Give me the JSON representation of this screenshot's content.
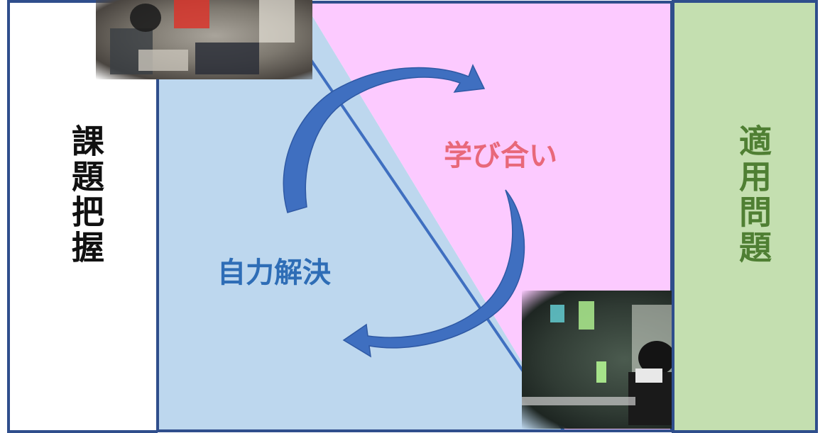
{
  "diagram": {
    "phases": {
      "left": "課題把握",
      "self": "自力解決",
      "together": "学び合い",
      "right": "適用問題"
    },
    "colors": {
      "left_bg": "#ffffff",
      "self_bg": "#bdd7ee",
      "together_bg": "#fccaff",
      "right_bg": "#c4dfb0",
      "border": "#2f4e8c",
      "arrow": "#3f6fc0"
    },
    "photos": [
      "classroom-desk-photo",
      "classroom-blackboard-photo"
    ]
  }
}
